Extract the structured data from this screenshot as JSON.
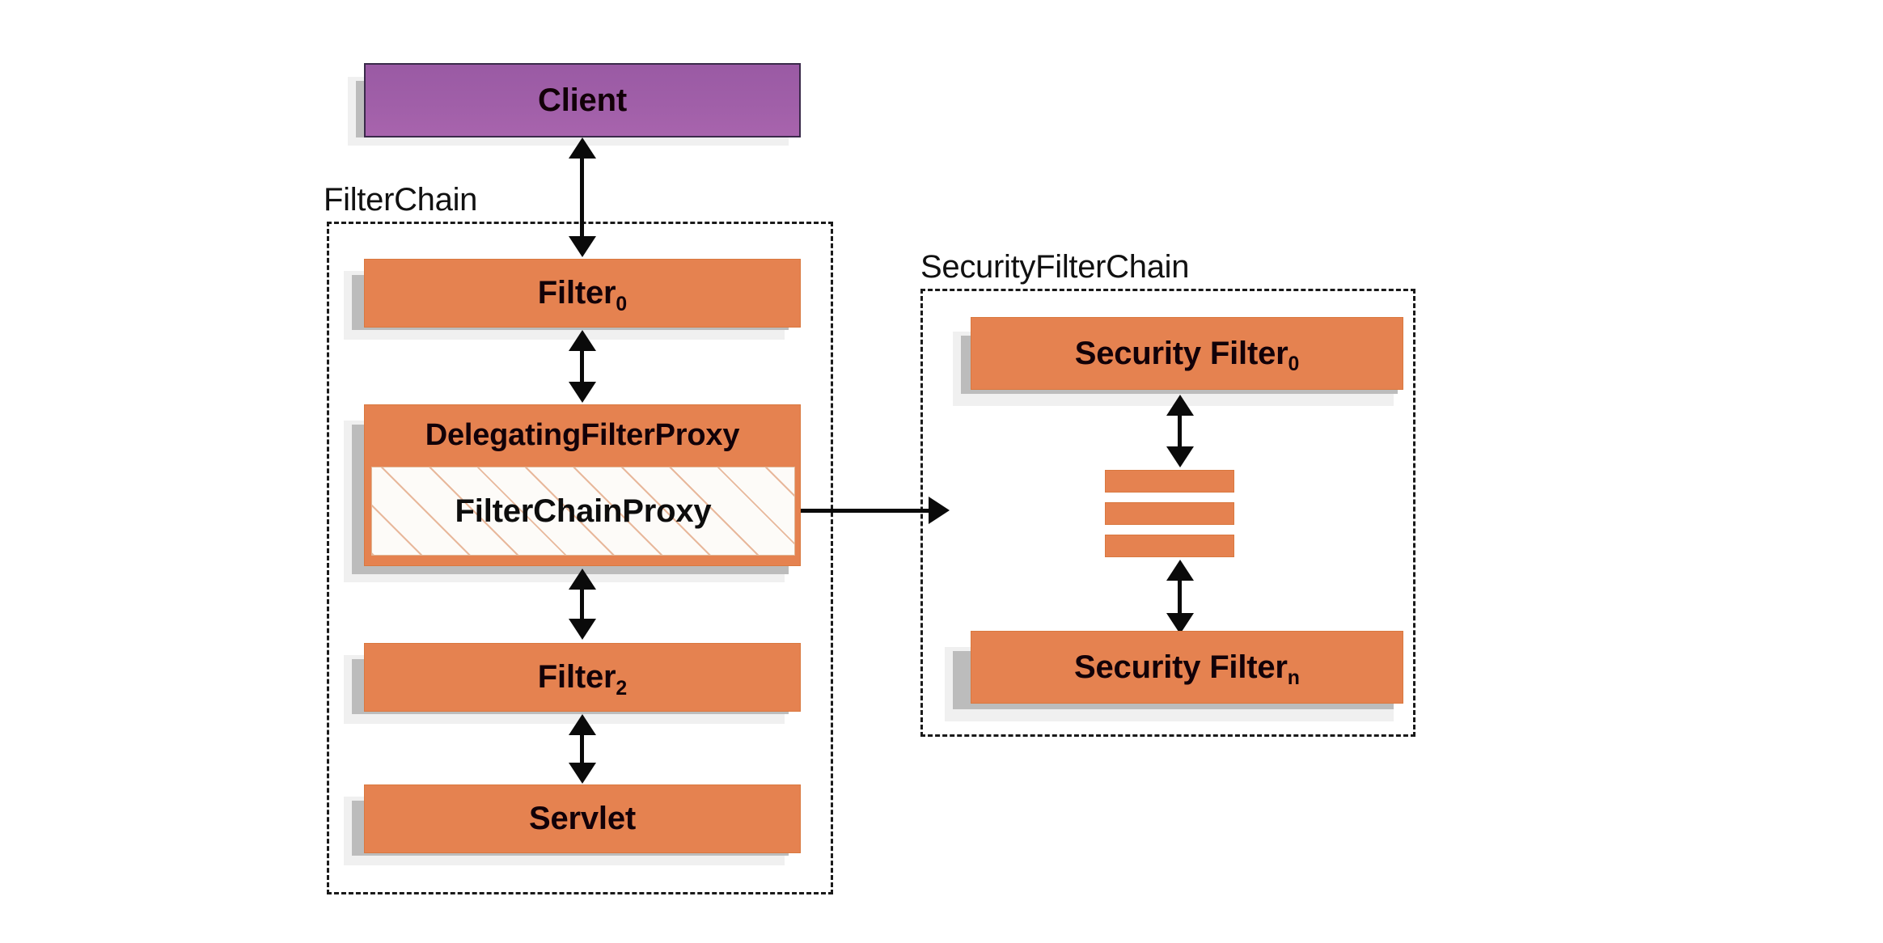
{
  "diagram": {
    "title": "Spring Security DelegatingFilterProxy / FilterChainProxy architecture",
    "colors": {
      "filter_fill": "#e58250",
      "filter_border": "#d9783f",
      "client_fill": "#a05fa8",
      "client_border": "#3a2a4a",
      "shadow": "#bcbcbc",
      "dashed_border": "#1a1a1a",
      "arrow": "#0a0a0a",
      "hatch_line": "#d68250",
      "hatch_bg": "#fdfbf8"
    },
    "groups": [
      {
        "id": "filter-chain",
        "label": "FilterChain"
      },
      {
        "id": "security-filter-chain",
        "label": "SecurityFilterChain"
      }
    ],
    "nodes": {
      "client": {
        "label": "Client",
        "kind": "client"
      },
      "filter0": {
        "label": "Filter",
        "subscript": "0",
        "kind": "filter"
      },
      "delegating_filter_proxy": {
        "label": "DelegatingFilterProxy",
        "kind": "filter"
      },
      "filter_chain_proxy": {
        "label": "FilterChainProxy",
        "kind": "hatched"
      },
      "filter2": {
        "label": "Filter",
        "subscript": "2",
        "kind": "filter"
      },
      "servlet": {
        "label": "Servlet",
        "kind": "filter"
      },
      "security_filter0": {
        "label": "Security Filter",
        "subscript": "0",
        "kind": "filter"
      },
      "security_filter_ellipsis": {
        "label": "",
        "kind": "ellipsis",
        "bars": 3
      },
      "security_filtern": {
        "label": "Security Filter",
        "subscript": "n",
        "kind": "filter"
      }
    },
    "edges": [
      {
        "from": "client",
        "to": "filter0",
        "style": "double-arrow",
        "orientation": "vertical"
      },
      {
        "from": "filter0",
        "to": "delegating_filter_proxy",
        "style": "double-arrow",
        "orientation": "vertical"
      },
      {
        "from": "delegating_filter_proxy",
        "to": "filter2",
        "style": "double-arrow",
        "orientation": "vertical"
      },
      {
        "from": "filter2",
        "to": "servlet",
        "style": "double-arrow",
        "orientation": "vertical"
      },
      {
        "from": "filter_chain_proxy",
        "to": "security-filter-chain",
        "style": "single-arrow",
        "orientation": "horizontal"
      },
      {
        "from": "security_filter0",
        "to": "security_filter_ellipsis",
        "style": "double-arrow",
        "orientation": "vertical"
      },
      {
        "from": "security_filter_ellipsis",
        "to": "security_filtern",
        "style": "double-arrow",
        "orientation": "vertical"
      }
    ]
  }
}
